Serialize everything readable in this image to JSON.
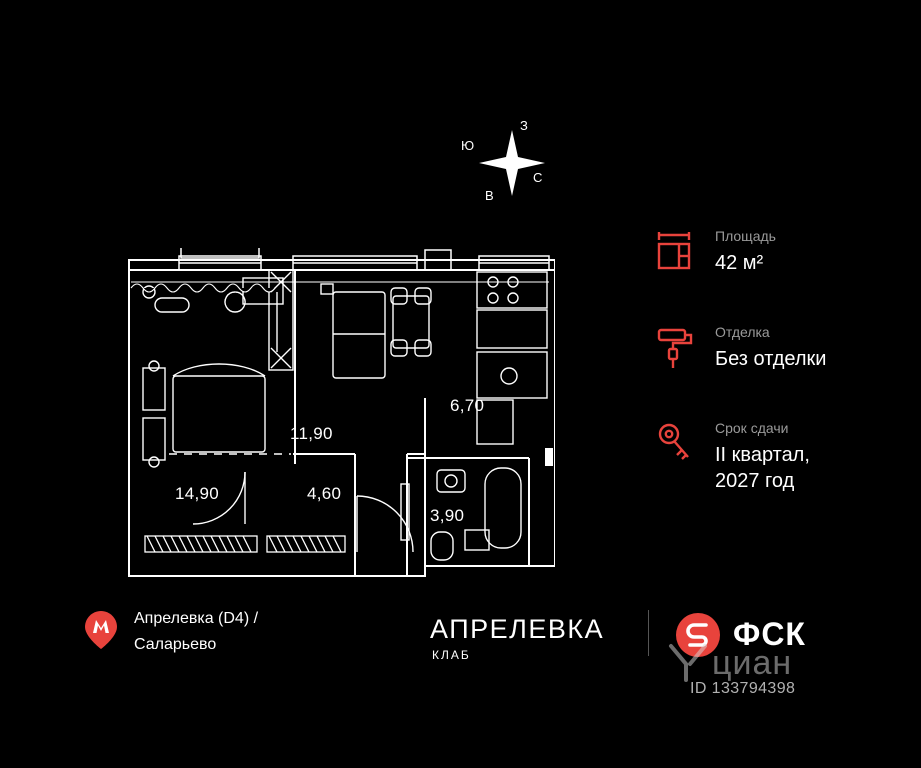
{
  "compass": {
    "north": "З",
    "west": "Ю",
    "east": "С",
    "south": "В"
  },
  "plan": {
    "rooms": [
      {
        "name": "living-room",
        "area": "11,90"
      },
      {
        "name": "kitchen",
        "area": "6,70"
      },
      {
        "name": "bedroom",
        "area": "14,90"
      },
      {
        "name": "hall",
        "area": "4,60"
      },
      {
        "name": "bathroom",
        "area": "3,90"
      }
    ]
  },
  "info": {
    "area": {
      "icon": "area-icon",
      "title": "Площадь",
      "value": "42 м²"
    },
    "finishing": {
      "icon": "paint-roller-icon",
      "title": "Отделка",
      "value": "Без отделки"
    },
    "deadline": {
      "icon": "key-icon",
      "title": "Срок сдачи",
      "value": "II квартал,\n2027 год",
      "value_line1": "II квартал,",
      "value_line2": "2027 год"
    }
  },
  "metro": {
    "icon": "metro-pin-icon",
    "line1": "Апрелевка (D4)  /",
    "line2": "Саларьево"
  },
  "brand": {
    "name": "АПРЕЛЕВКА",
    "sub": "КЛАБ",
    "developer": "ФСК"
  },
  "watermark": {
    "text": "циан",
    "id": "ID 133794398"
  },
  "colors": {
    "accent": "#e8433c",
    "background": "#000000",
    "plan_line": "#ffffff",
    "muted_text": "#9a9a9a"
  }
}
